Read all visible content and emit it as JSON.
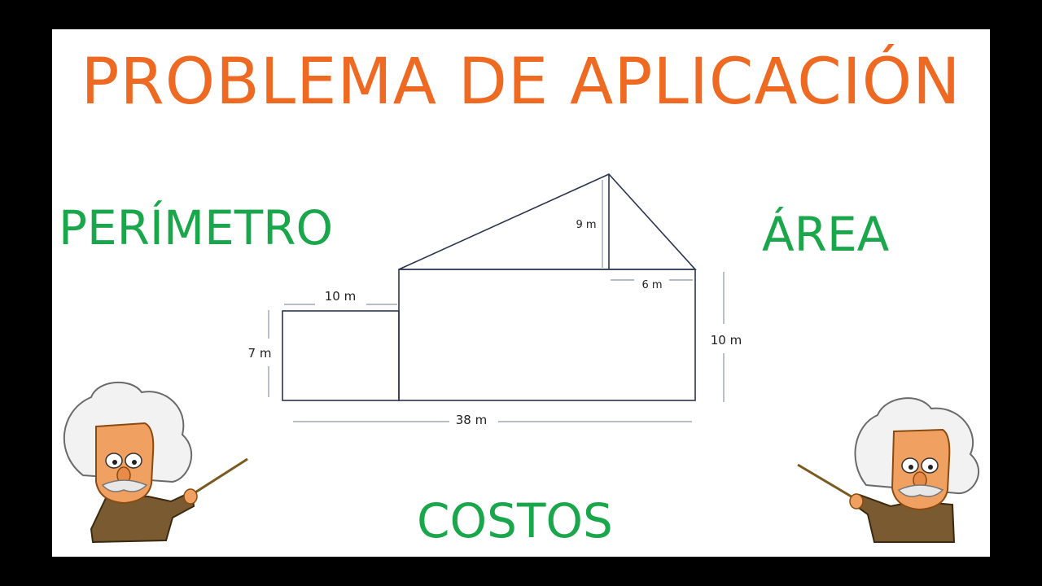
{
  "title": "PROBLEMA DE APLICACIÓN",
  "labels": {
    "perimetro": "PERÍMETRO",
    "area": "ÁREA",
    "costos": "COSTOS"
  },
  "dimensions": {
    "height_triangle": "9 m",
    "base_triangle": "6 m",
    "small_rect_width": "10 m",
    "small_rect_height": "7 m",
    "big_rect_height": "10 m",
    "total_width": "38 m"
  },
  "colors": {
    "title": "#ee6a22",
    "labels": "#1aa64a",
    "figure_lines": "#2b3550",
    "dimension_lines": "#8a95a8"
  },
  "decorations": [
    "einstein-cartoon-pointer-left",
    "einstein-cartoon-pointer-right"
  ]
}
